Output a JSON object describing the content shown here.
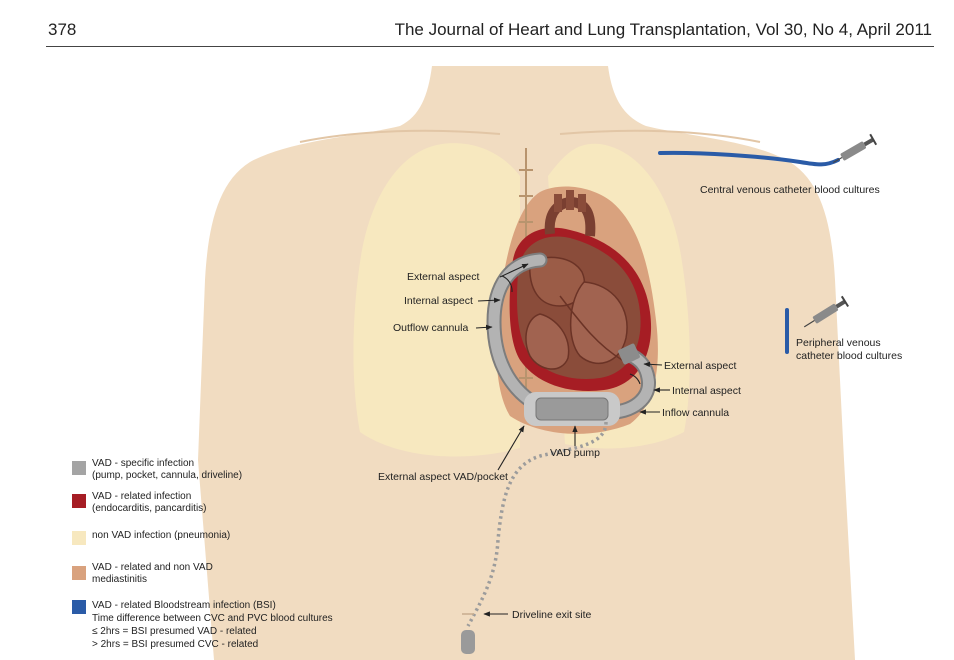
{
  "header": {
    "page_number": "378",
    "journal": "The Journal of Heart and Lung Transplantation, Vol 30, No 4, April 2011"
  },
  "labels": {
    "cvc": "Central venous catheter blood cultures",
    "pvc_line1": "Peripheral venous",
    "pvc_line2": "catheter blood cultures",
    "outflow_external": "External aspect",
    "outflow_internal": "Internal aspect",
    "outflow_cannula": "Outflow cannula",
    "inflow_external": "External aspect",
    "inflow_internal": "Internal aspect",
    "inflow_cannula": "Inflow cannula",
    "vad_pump": "VAD pump",
    "pocket": "External aspect VAD/pocket",
    "driveline_exit": "Driveline exit site"
  },
  "legend": [
    {
      "color": "#a4a4a4",
      "lines": [
        "VAD - specific infection",
        "(pump, pocket, cannula, driveline)"
      ]
    },
    {
      "color": "#a61d24",
      "lines": [
        "VAD - related infection",
        "(endocarditis, pancarditis)"
      ]
    },
    {
      "color": "#f7e8bf",
      "lines": [
        "non VAD infection (pneumonia)"
      ]
    },
    {
      "color": "#d9a27e",
      "lines": [
        "VAD - related and non VAD",
        "mediastinitis"
      ]
    },
    {
      "color": "#2a5ba7",
      "lines": [
        "VAD - related Bloodstream infection (BSI)",
        "Time difference between CVC and PVC blood cultures",
        "≤ 2hrs = BSI presumed VAD - related",
        "> 2hrs = BSI presumed CVC - related"
      ]
    }
  ],
  "colors": {
    "skin": "#f1dcc1",
    "lung": "#f7e8bf",
    "mediastinum": "#d9a27e",
    "heart": "#8a4c3a",
    "endocardium": "#a61d24",
    "device": "#a4a4a4",
    "catheter": "#2a5ba7"
  }
}
